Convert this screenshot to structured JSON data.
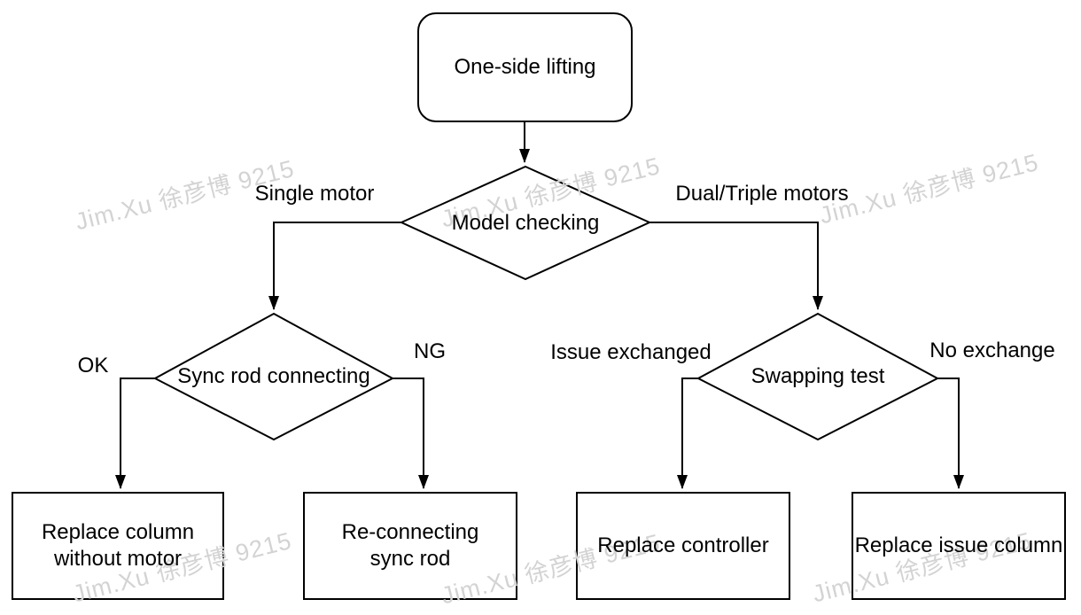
{
  "watermark": {
    "text": "Jim.Xu 徐彦博 9215",
    "color": "#d3d3d3"
  },
  "colors": {
    "line": "#000000",
    "background": "#ffffff",
    "text": "#000000"
  },
  "nodes": {
    "start": {
      "label": "One-side lifting"
    },
    "model_checking": {
      "label": "Model checking"
    },
    "sync_rod_connecting": {
      "label": "Sync rod connecting"
    },
    "swapping_test": {
      "label": "Swapping test"
    },
    "replace_column_without_motor": {
      "line1": "Replace column",
      "line2": "without motor"
    },
    "reconnecting_sync_rod": {
      "line1": "Re-connecting",
      "line2": "sync rod"
    },
    "replace_controller": {
      "label": "Replace controller"
    },
    "replace_issue_column": {
      "label": "Replace issue column"
    }
  },
  "edge_labels": {
    "single_motor": "Single motor",
    "dual_triple_motors": "Dual/Triple motors",
    "ok": "OK",
    "ng": "NG",
    "issue_exchanged": "Issue exchanged",
    "no_exchange": "No exchange"
  }
}
